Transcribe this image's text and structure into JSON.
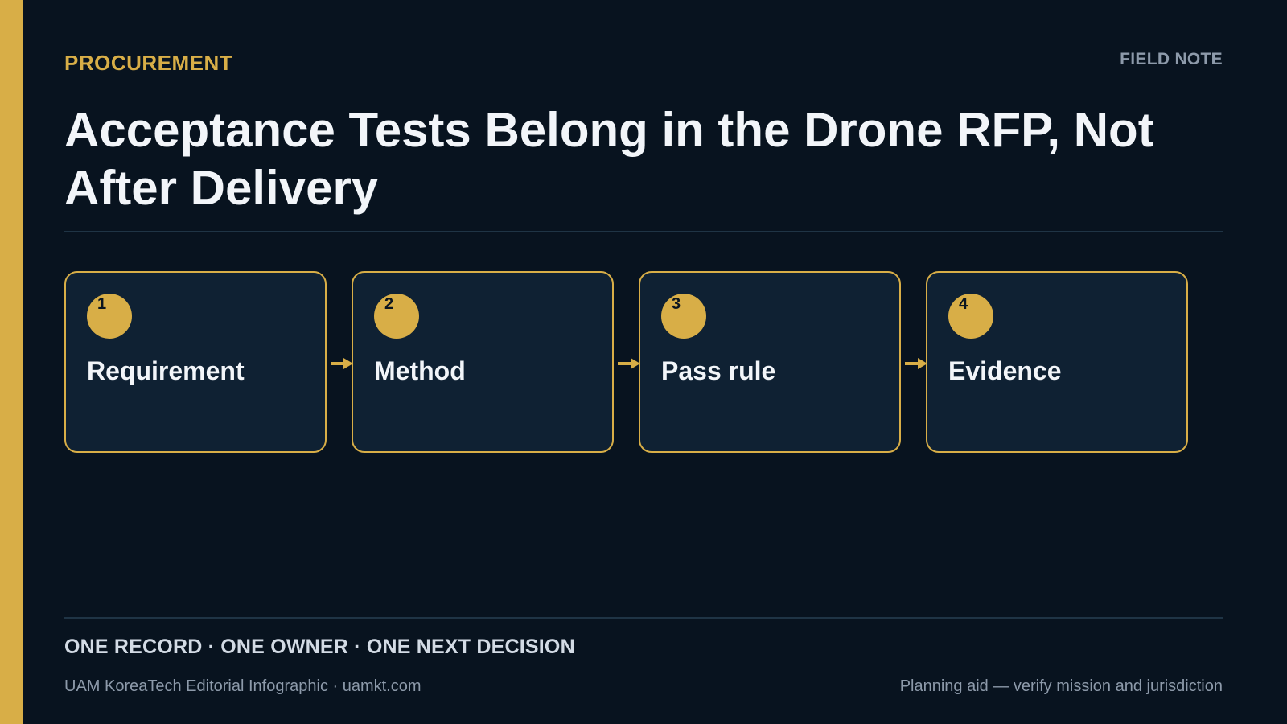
{
  "header": {
    "kicker": "PROCUREMENT",
    "tag": "FIELD NOTE",
    "title": "Acceptance Tests Belong in the Drone RFP, Not After Delivery"
  },
  "steps": [
    {
      "number": "1",
      "label": "Requirement"
    },
    {
      "number": "2",
      "label": "Method"
    },
    {
      "number": "3",
      "label": "Pass rule"
    },
    {
      "number": "4",
      "label": "Evidence"
    }
  ],
  "footer": {
    "motto": "ONE RECORD · ONE OWNER · ONE NEXT DECISION",
    "credit": "UAM KoreaTech Editorial Infographic · uamkt.com",
    "disclaimer": "Planning aid — verify mission and jurisdiction"
  },
  "colors": {
    "background": "#08131f",
    "accent": "#d8ae47",
    "card": "#0f2133",
    "text": "#f2f5f9",
    "muted": "#8d9aaa"
  }
}
